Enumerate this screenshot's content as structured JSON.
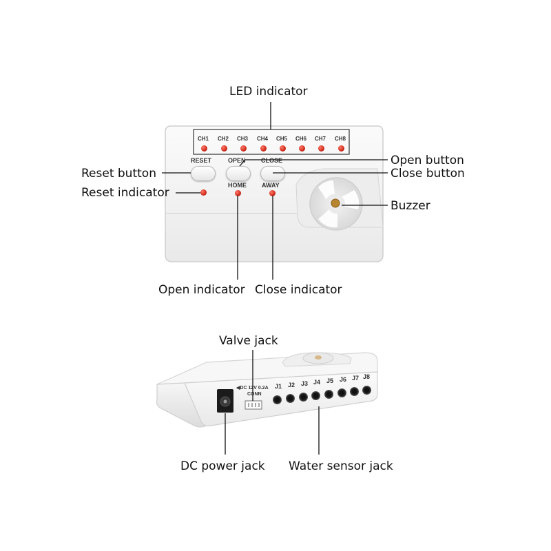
{
  "callouts": {
    "led_indicator": "LED indicator",
    "open_button": "Open button",
    "close_button": "Close button",
    "reset_button": "Reset button",
    "reset_indicator": "Reset indicator",
    "buzzer": "Buzzer",
    "open_indicator": "Open indicator",
    "close_indicator": "Close indicator",
    "valve_jack": "Valve jack",
    "dc_power_jack": "DC power jack",
    "water_sensor_jack": "Water sensor jack"
  },
  "panel": {
    "channels": [
      "CH1",
      "CH2",
      "CH3",
      "CH4",
      "CH5",
      "CH6",
      "CH7",
      "CH8"
    ],
    "reset_label": "RESET",
    "open_label": "OPEN",
    "close_label": "CLOSE",
    "home_label": "HOME",
    "away_label": "AWAY"
  },
  "side": {
    "power_label": "◀DC 12V 0.2A",
    "conn_label": "CONN",
    "jacks": [
      "J1",
      "J2",
      "J3",
      "J4",
      "J5",
      "J6",
      "J7",
      "J8"
    ]
  },
  "colors": {
    "led_red": "#d02a1a",
    "housing": "#f4f4f4"
  }
}
